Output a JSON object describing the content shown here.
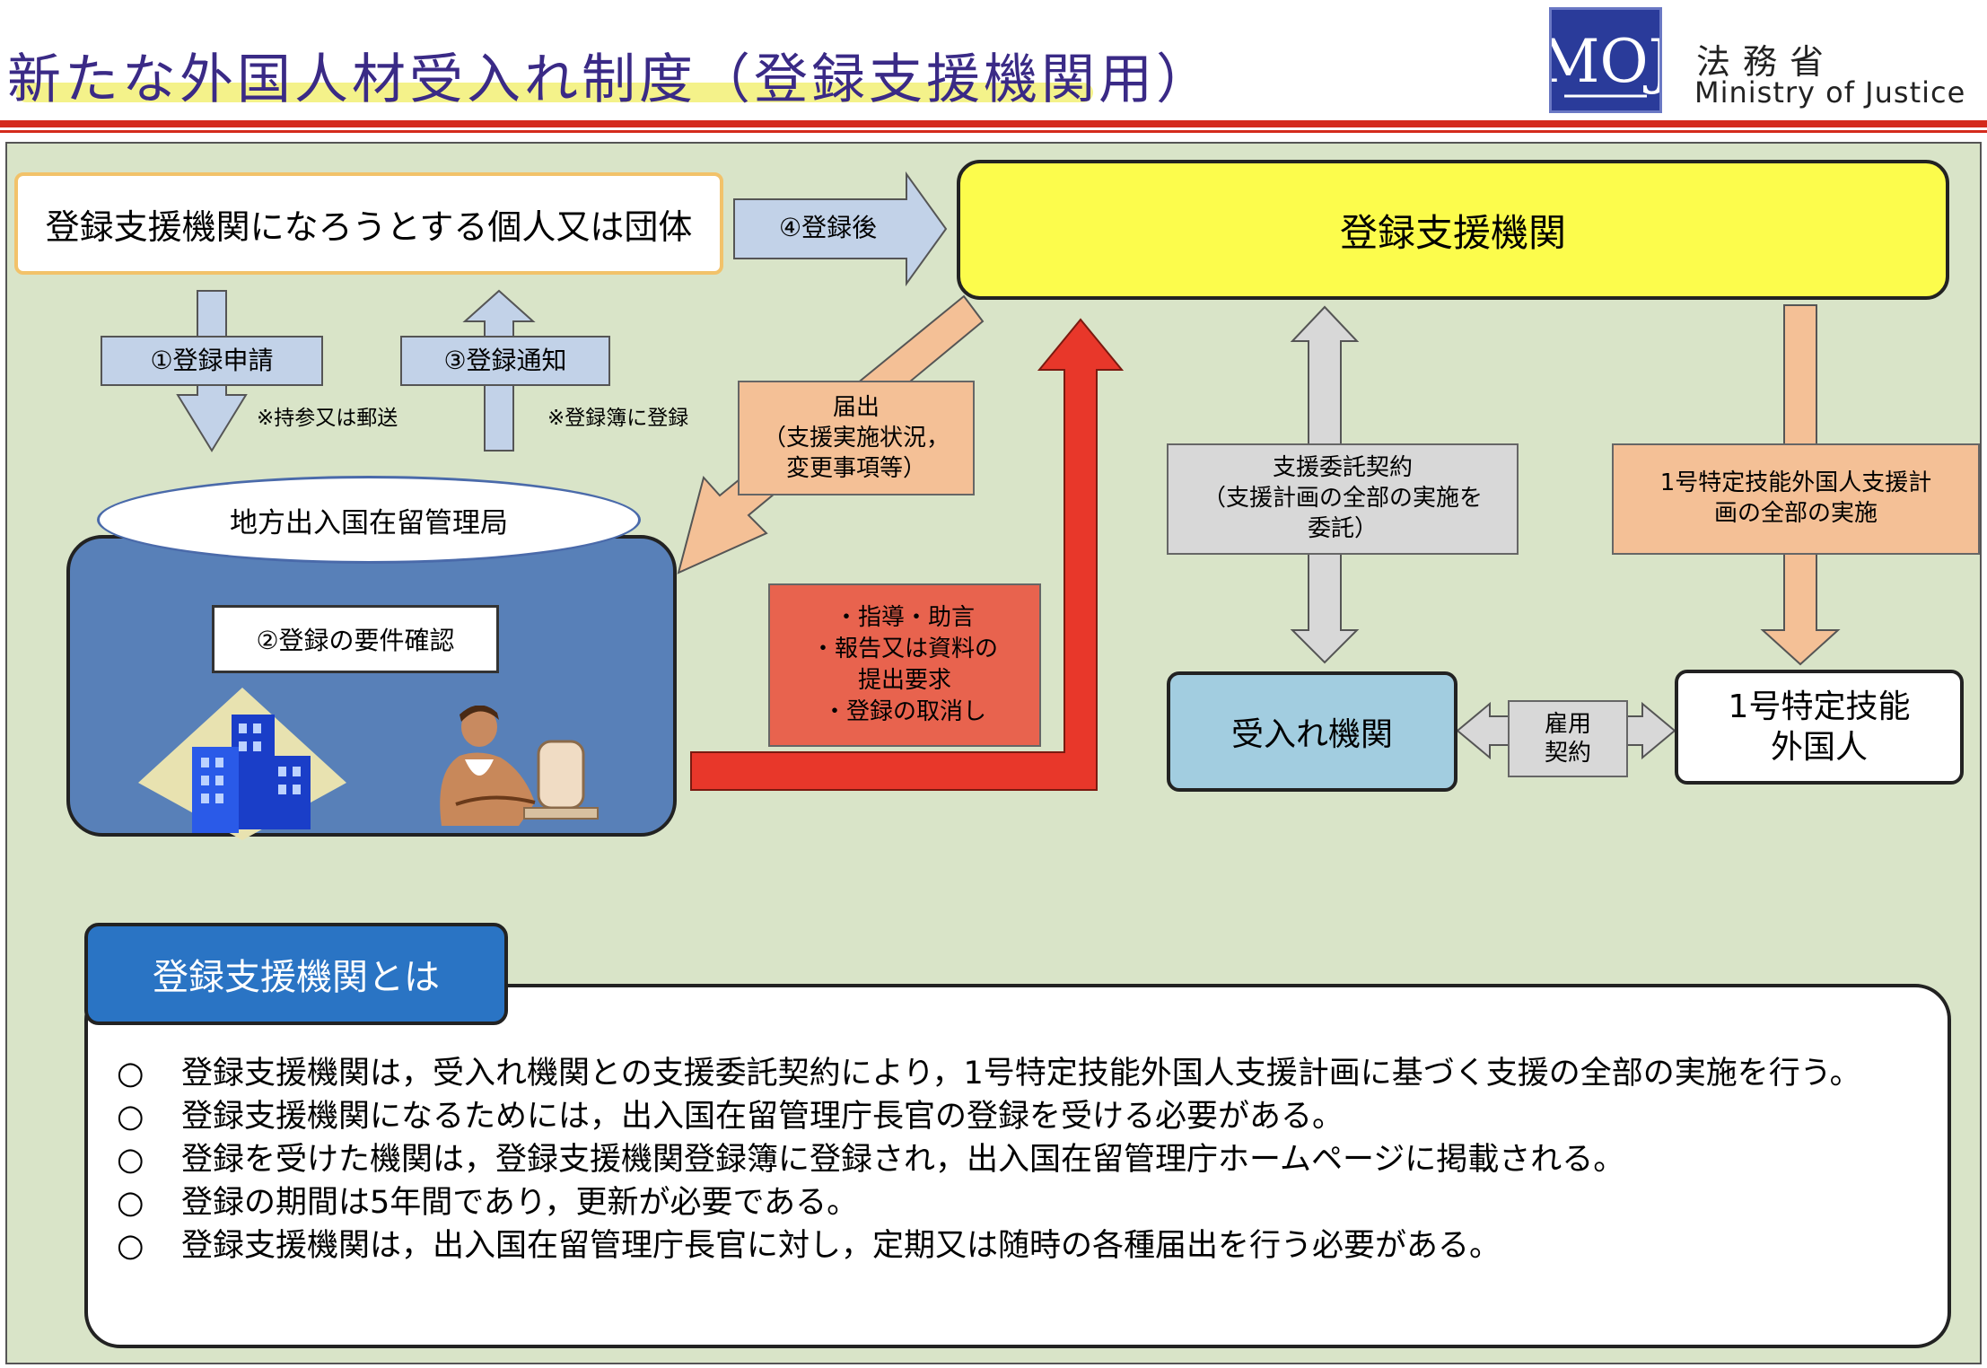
{
  "header": {
    "title": "新たな外国人材受入れ制度（登録支援機関用）",
    "ministry_jp": "法務省",
    "ministry_en": "Ministry of Justice",
    "logo_text": "MOJ"
  },
  "flow": {
    "applicant": "登録支援機関になろうとする個人又は団体",
    "after_registration": "④登録後",
    "registered_org": "登録支援機関",
    "apply": "①登録申請",
    "apply_note": "※持参又は郵送",
    "notify": "③登録通知",
    "notify_note": "※登録簿に登録",
    "report": [
      "届出",
      "（支援実施状況，",
      "変更事項等）"
    ],
    "bureau": "地方出入国在留管理局",
    "requirement_check": "②登録の要件確認",
    "guidance": [
      "・指導・助言",
      "・報告又は資料の",
      "提出要求",
      "・登録の取消し"
    ],
    "support_contract": [
      "支援委託契約",
      "（支援計画の全部の実施を",
      "委託）"
    ],
    "support_plan": [
      "1号特定技能外国人支援計",
      "画の全部の実施"
    ],
    "host_org": "受入れ機関",
    "employment": [
      "雇用",
      "契約"
    ],
    "foreign_worker": [
      "1号特定技能",
      "外国人"
    ]
  },
  "about": {
    "heading": "登録支援機関とは",
    "bullet": "○",
    "items": [
      "登録支援機関は，受入れ機関との支援委託契約により，1号特定技能外国人支援計画に基づく支援の全部の実施を行う。",
      "登録支援機関になるためには，出入国在留管理庁長官の登録を受ける必要がある。",
      "登録を受けた機関は，登録支援機関登録簿に登録され，出入国在留管理庁ホームページに掲載される。",
      "登録の期間は5年間であり，更新が必要である。",
      "登録支援機関は，出入国在留管理庁長官に対し，定期又は随時の各種届出を行う必要がある。"
    ]
  },
  "colors": {
    "title": "#3a2a86",
    "rule": "#d42a1c",
    "panel": "#d9e4c8",
    "registered_org": "#fcfc4c",
    "bureau": "#5880b8",
    "report": "#f4c096",
    "guidance": "#e8634e",
    "red_arrow": "#e8372a",
    "host_org": "#a2cde0",
    "about_heading": "#2a74c4"
  }
}
